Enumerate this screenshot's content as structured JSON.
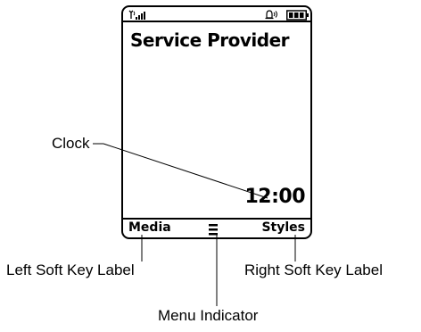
{
  "screen": {
    "service_provider": "Service Provider",
    "clock": "12:00",
    "left_soft_key": "Media",
    "right_soft_key": "Styles"
  },
  "icons": [
    "signal-strength-icon",
    "ringer-volume-icon",
    "battery-icon",
    "menu-indicator-icon"
  ],
  "callouts": {
    "clock": "Clock",
    "left_soft_key_label": "Left Soft Key Label",
    "right_soft_key_label": "Right Soft Key Label",
    "menu_indicator": "Menu Indicator"
  }
}
